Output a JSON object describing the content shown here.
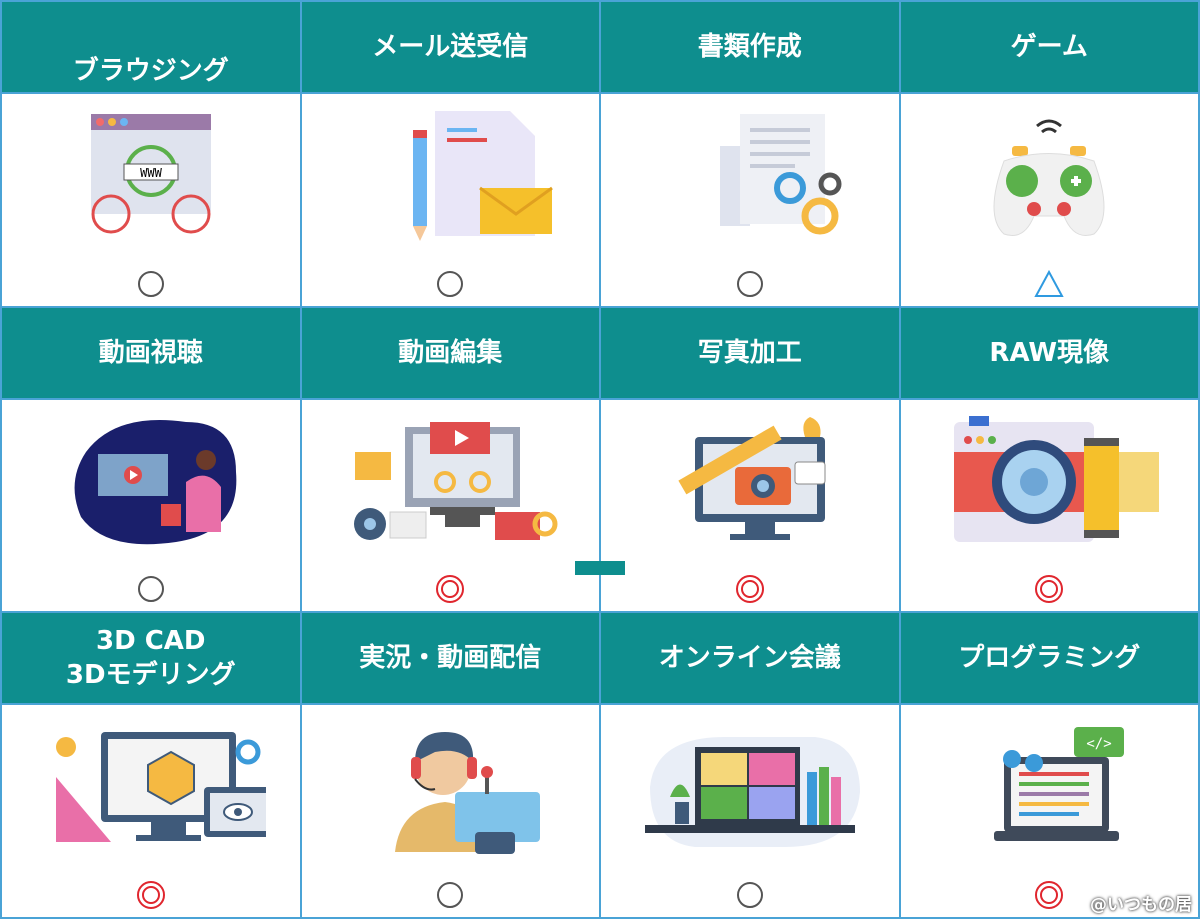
{
  "cells": [
    {
      "title": "ブラウジング",
      "rating": "circle"
    },
    {
      "title": "メール送受信",
      "rating": "circle"
    },
    {
      "title": "書類作成",
      "rating": "circle"
    },
    {
      "title": "ゲーム",
      "rating": "triangle"
    },
    {
      "title": "動画視聴",
      "rating": "circle"
    },
    {
      "title": "動画編集",
      "rating": "double-circle"
    },
    {
      "title": "写真加工",
      "rating": "double-circle"
    },
    {
      "title": "RAW現像",
      "rating": "double-circle"
    },
    {
      "title": "3D CAD\n3Dモデリング",
      "rating": "double-circle"
    },
    {
      "title": "実況・動画配信",
      "rating": "circle"
    },
    {
      "title": "オンライン会議",
      "rating": "circle"
    },
    {
      "title": "プログラミング",
      "rating": "double-circle"
    }
  ],
  "legend_dash": "−",
  "watermark": "@いつもの居",
  "colors": {
    "header": "#0e8e8e",
    "grid": "#4aa3d6",
    "circle": "#555555",
    "double": "#e0262e",
    "triangle": "#2f9ae0"
  },
  "icons": [
    "browser-globe-icon",
    "mail-document-icon",
    "document-gear-icon",
    "gamepad-icon",
    "video-watching-icon",
    "video-editing-icon",
    "photo-editing-icon",
    "camera-film-icon",
    "cad-modeling-icon",
    "streamer-headset-icon",
    "online-meeting-icon",
    "programming-laptop-icon"
  ]
}
